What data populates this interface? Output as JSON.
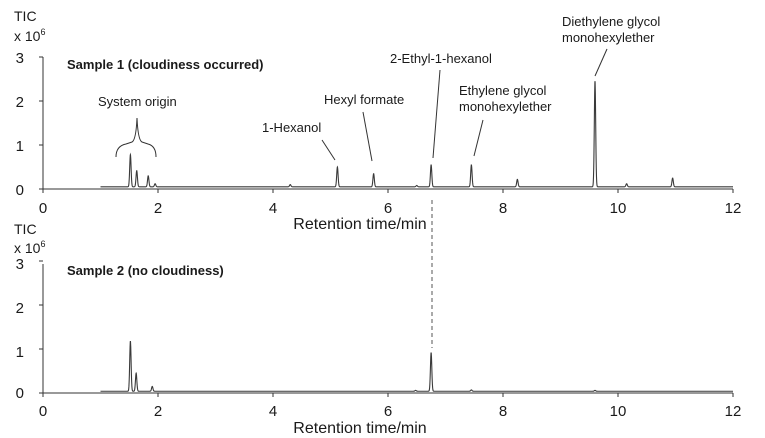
{
  "chart_data": [
    {
      "type": "line",
      "title": "Sample 1 (cloudiness occurred)",
      "ylabel": "TIC",
      "ylabel_unit": "x 10",
      "ylabel_exp": "6",
      "xlabel": "Retention time/min",
      "xlim": [
        0,
        12
      ],
      "ylim": [
        0,
        3
      ],
      "xticks": [
        "0",
        "2",
        "4",
        "6",
        "8",
        "10",
        "12"
      ],
      "yticks": [
        "0",
        "1",
        "2",
        "3"
      ],
      "grid": false,
      "baseline": 0.05,
      "trace_range": [
        1.0,
        12.0
      ],
      "peaks": [
        {
          "x": 1.52,
          "y": 0.78
        },
        {
          "x": 1.63,
          "y": 0.42
        },
        {
          "x": 1.83,
          "y": 0.3
        },
        {
          "x": 1.95,
          "y": 0.12
        },
        {
          "x": 4.3,
          "y": 0.1
        },
        {
          "x": 5.12,
          "y": 0.5
        },
        {
          "x": 5.75,
          "y": 0.35
        },
        {
          "x": 6.5,
          "y": 0.08
        },
        {
          "x": 6.75,
          "y": 0.55
        },
        {
          "x": 7.45,
          "y": 0.55
        },
        {
          "x": 8.25,
          "y": 0.22
        },
        {
          "x": 9.6,
          "y": 2.45
        },
        {
          "x": 10.15,
          "y": 0.12
        },
        {
          "x": 10.95,
          "y": 0.25
        }
      ],
      "annotations": [
        {
          "text": "System origin",
          "x": 1.6,
          "y": 1.6
        },
        {
          "text": "1-Hexanol",
          "x": 5.1,
          "y": 0.55
        },
        {
          "text": "Hexyl formate",
          "x": 5.75,
          "y": 0.55
        },
        {
          "text": "2-Ethyl-1-hexanol",
          "x": 6.75,
          "y": 0.6
        },
        {
          "text": "Ethylene glycol",
          "x": 7.45,
          "y": 0.6
        },
        {
          "text": "monohexylether",
          "x": 7.45,
          "y": 0.6
        },
        {
          "text": "Diethylene glycol",
          "x": 9.6,
          "y": 2.5
        },
        {
          "text": "monohexylether",
          "x": 9.6,
          "y": 2.5
        }
      ]
    },
    {
      "type": "line",
      "title": "Sample 2 (no cloudiness)",
      "ylabel": "TIC",
      "ylabel_unit": "x 10",
      "ylabel_exp": "6",
      "xlabel": "Retention time/min",
      "xlim": [
        0,
        12
      ],
      "ylim": [
        0,
        3
      ],
      "xticks": [
        "0",
        "2",
        "4",
        "6",
        "8",
        "10",
        "12"
      ],
      "yticks": [
        "0",
        "1",
        "2",
        "3"
      ],
      "grid": false,
      "baseline": 0.04,
      "trace_range": [
        1.0,
        12.0
      ],
      "peaks": [
        {
          "x": 1.52,
          "y": 1.18
        },
        {
          "x": 1.62,
          "y": 0.45
        },
        {
          "x": 1.9,
          "y": 0.15
        },
        {
          "x": 6.48,
          "y": 0.06
        },
        {
          "x": 6.75,
          "y": 0.92
        },
        {
          "x": 7.45,
          "y": 0.07
        },
        {
          "x": 9.6,
          "y": 0.06
        }
      ],
      "annotations": []
    }
  ]
}
